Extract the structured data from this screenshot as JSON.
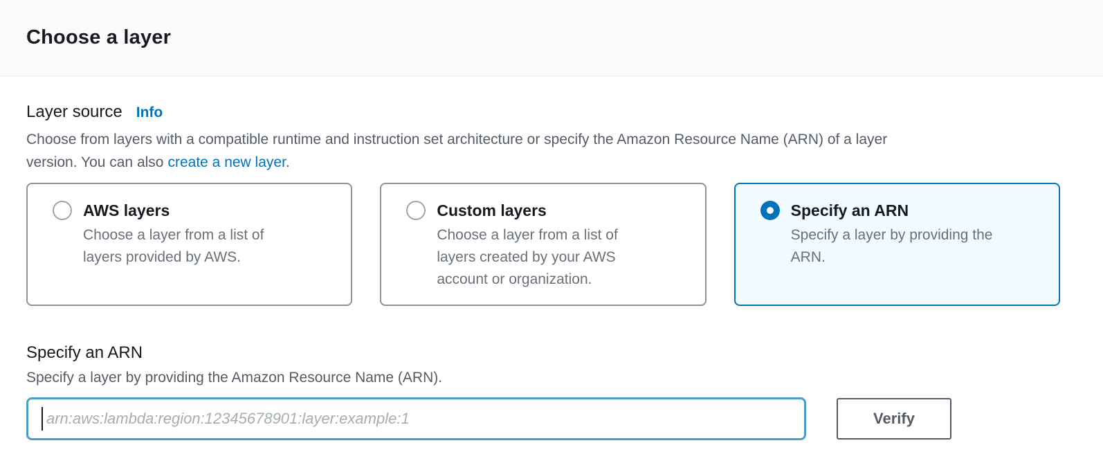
{
  "header": {
    "title": "Choose a layer"
  },
  "layer_source": {
    "label": "Layer source",
    "info_link": "Info",
    "description_lines": [
      "Choose from layers with a compatible runtime and instruction set architecture or specify the Amazon Resource Name (ARN) of a layer",
      "version. You can also"
    ],
    "create_link": "create a new layer."
  },
  "options": [
    {
      "title": "AWS layers",
      "description_lines": [
        "Choose a layer from a list of",
        "layers provided by AWS."
      ],
      "selected": false
    },
    {
      "title": "Custom layers",
      "description_lines": [
        "Choose a layer from a list of",
        "layers created by your AWS",
        "account or organization."
      ],
      "selected": false
    },
    {
      "title": "Specify an ARN",
      "description_lines": [
        "Specify a layer by providing the",
        "ARN."
      ],
      "selected": true
    }
  ],
  "arn_form": {
    "title": "Specify an ARN",
    "description": "Specify a layer by providing the Amazon Resource Name (ARN).",
    "input_value": "",
    "input_placeholder": "arn:aws:lambda:region:12345678901:layer:example:1",
    "verify_label": "Verify"
  },
  "colors": {
    "accent_blue": "#0073bb",
    "selected_tile_bg": "#f1faff",
    "input_focus_border": "#4a9ec5",
    "header_bg": "#fafafa",
    "body_text_gray": "#545b64"
  }
}
